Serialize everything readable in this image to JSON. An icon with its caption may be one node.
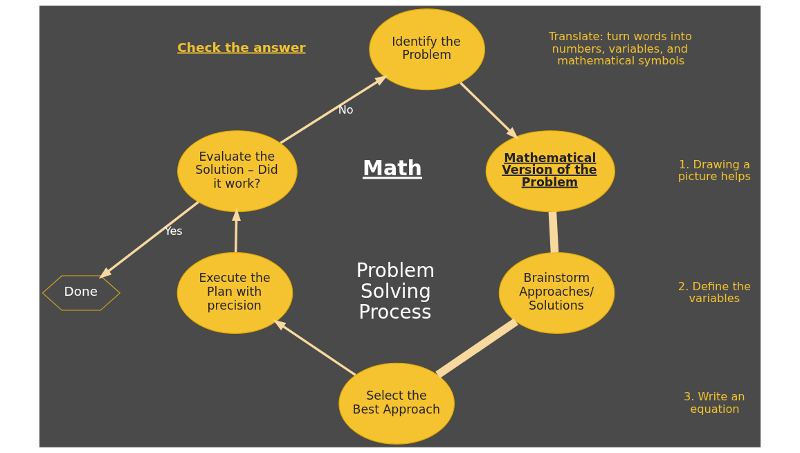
{
  "diagram": {
    "nodes": [
      {
        "text": [
          "Identify the Problem"
        ]
      },
      {
        "text": [
          "Mathematical Version of the Problem"
        ]
      },
      {
        "text": [
          "Brainstorm Approaches/ Solutions"
        ]
      },
      {
        "text": [
          "Select the Best Approach"
        ]
      },
      {
        "text": [
          "Execute the Plan with precision"
        ]
      },
      {
        "text": [
          "Evaluate the Solution – Did it work?"
        ]
      },
      {
        "text": [
          "Done"
        ]
      }
    ],
    "edges": [
      {
        "from": 0,
        "to": 1,
        "arrow": "to"
      },
      {
        "from": 1,
        "to": 2,
        "arrow": "none",
        "style": "thick"
      },
      {
        "from": 2,
        "to": 3,
        "arrow": "none",
        "style": "thick"
      },
      {
        "from": 3,
        "to": 4,
        "arrow": "to"
      },
      {
        "from": 4,
        "to": 5,
        "arrow": "to"
      },
      {
        "from": 5,
        "to": 0,
        "arrow": "to",
        "label": "No"
      },
      {
        "from": 5,
        "to": 6,
        "arrow": "to",
        "label": "Yes"
      }
    ],
    "labels": [
      "Translate: turn words into numbers, variables, and mathematical symbols",
      "Check the answer",
      "1. Drawing a picture helps",
      "2. Define the variables",
      "3. Write an equation",
      "Math",
      "Problem Solving Process"
    ]
  }
}
